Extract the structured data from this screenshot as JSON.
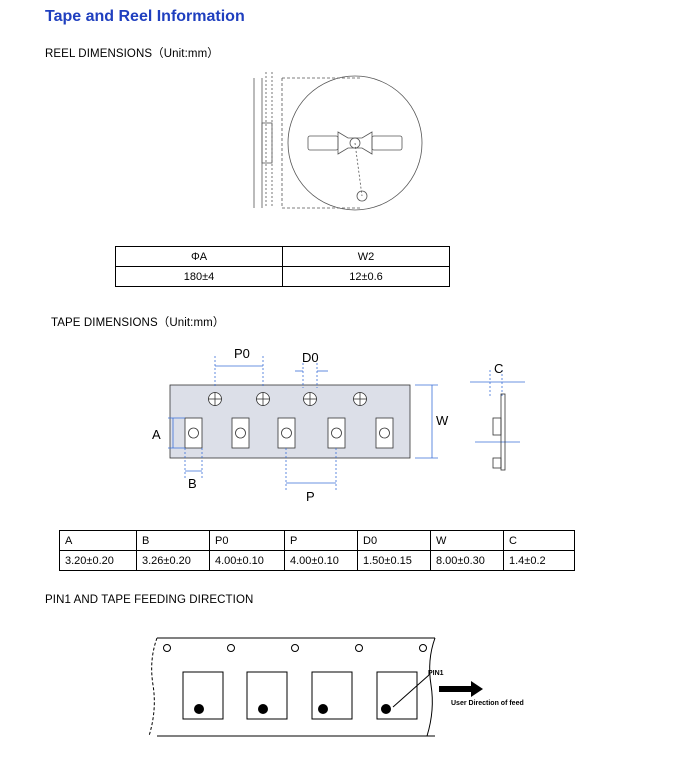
{
  "title": "Tape and Reel Information",
  "reel": {
    "heading": "REEL DIMENSIONS（Unit:mm）",
    "table": {
      "headers": [
        "ΦA",
        "W2"
      ],
      "values": [
        "180±4",
        "12±0.6"
      ]
    }
  },
  "tape": {
    "heading": "TAPE DIMENSIONS（Unit:mm）",
    "labels": {
      "P0": "P0",
      "D0": "D0",
      "C": "C",
      "A": "A",
      "W": "W",
      "B": "B",
      "P": "P"
    },
    "table": {
      "headers": [
        "A",
        "B",
        "P0",
        "P",
        "D0",
        "W",
        "C"
      ],
      "values": [
        "3.20±0.20",
        "3.26±0.20",
        "4.00±0.10",
        "4.00±0.10",
        "1.50±0.15",
        "8.00±0.30",
        "1.4±0.2"
      ]
    }
  },
  "feed": {
    "heading": "PIN1 AND TAPE FEEDING DIRECTION",
    "pin_label": "PIN1",
    "direction_label": "User Direction of feed"
  }
}
